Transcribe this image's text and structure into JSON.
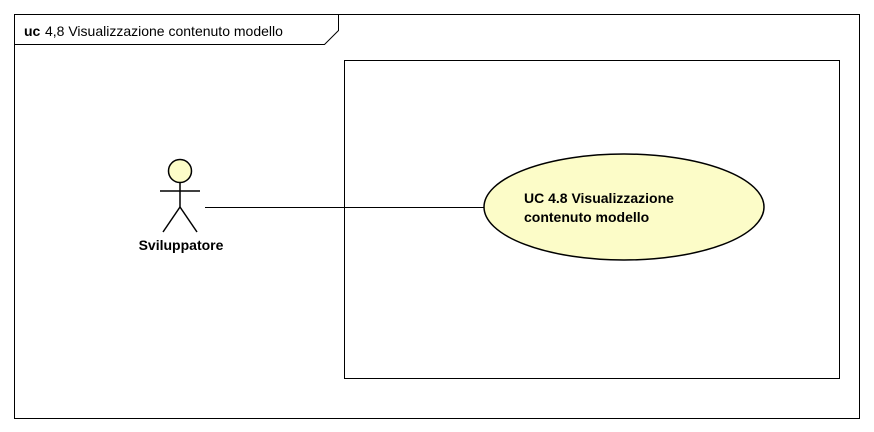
{
  "frame": {
    "keyword": "uc",
    "title": "4,8 Visualizzazione contenuto modello"
  },
  "actor": {
    "name": "Sviluppatore"
  },
  "use_case": {
    "line1": "UC 4.8 Visualizzazione",
    "line2": "contenuto modello"
  },
  "colors": {
    "use_case_fill": "#FCFCC8",
    "actor_head_fill": "#FCFCC8",
    "stroke": "#000000"
  }
}
